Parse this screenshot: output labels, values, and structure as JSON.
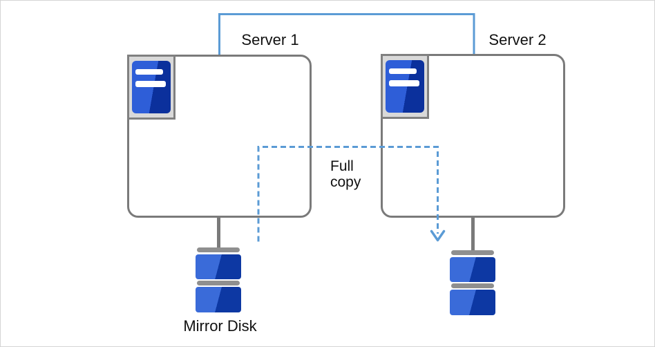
{
  "diagram": {
    "type": "server-mirroring-diagram",
    "server1": {
      "label": "Server 1"
    },
    "server2": {
      "label": "Server 2"
    },
    "mirror_disk_label": "Mirror Disk",
    "full_copy_label": "Full\ncopy"
  },
  "colors": {
    "connector_blue": "#5B9BD5",
    "dashed_arrow_blue": "#5B9BD5",
    "node_border_gray": "#7A7A7A",
    "hardware_gray": "#8F8F8F",
    "icon_frame_fill": "#D9D9D9",
    "icon_frame_border": "#808080",
    "server_icon_blue_light": "#2E5ED8",
    "server_icon_blue_dark": "#0B309C",
    "disk_blue_light": "#3A6BD9",
    "disk_blue_dark": "#0D38A3",
    "canvas_border": "#D4D4D4",
    "background": "#FFFFFF",
    "text": "#111111"
  }
}
